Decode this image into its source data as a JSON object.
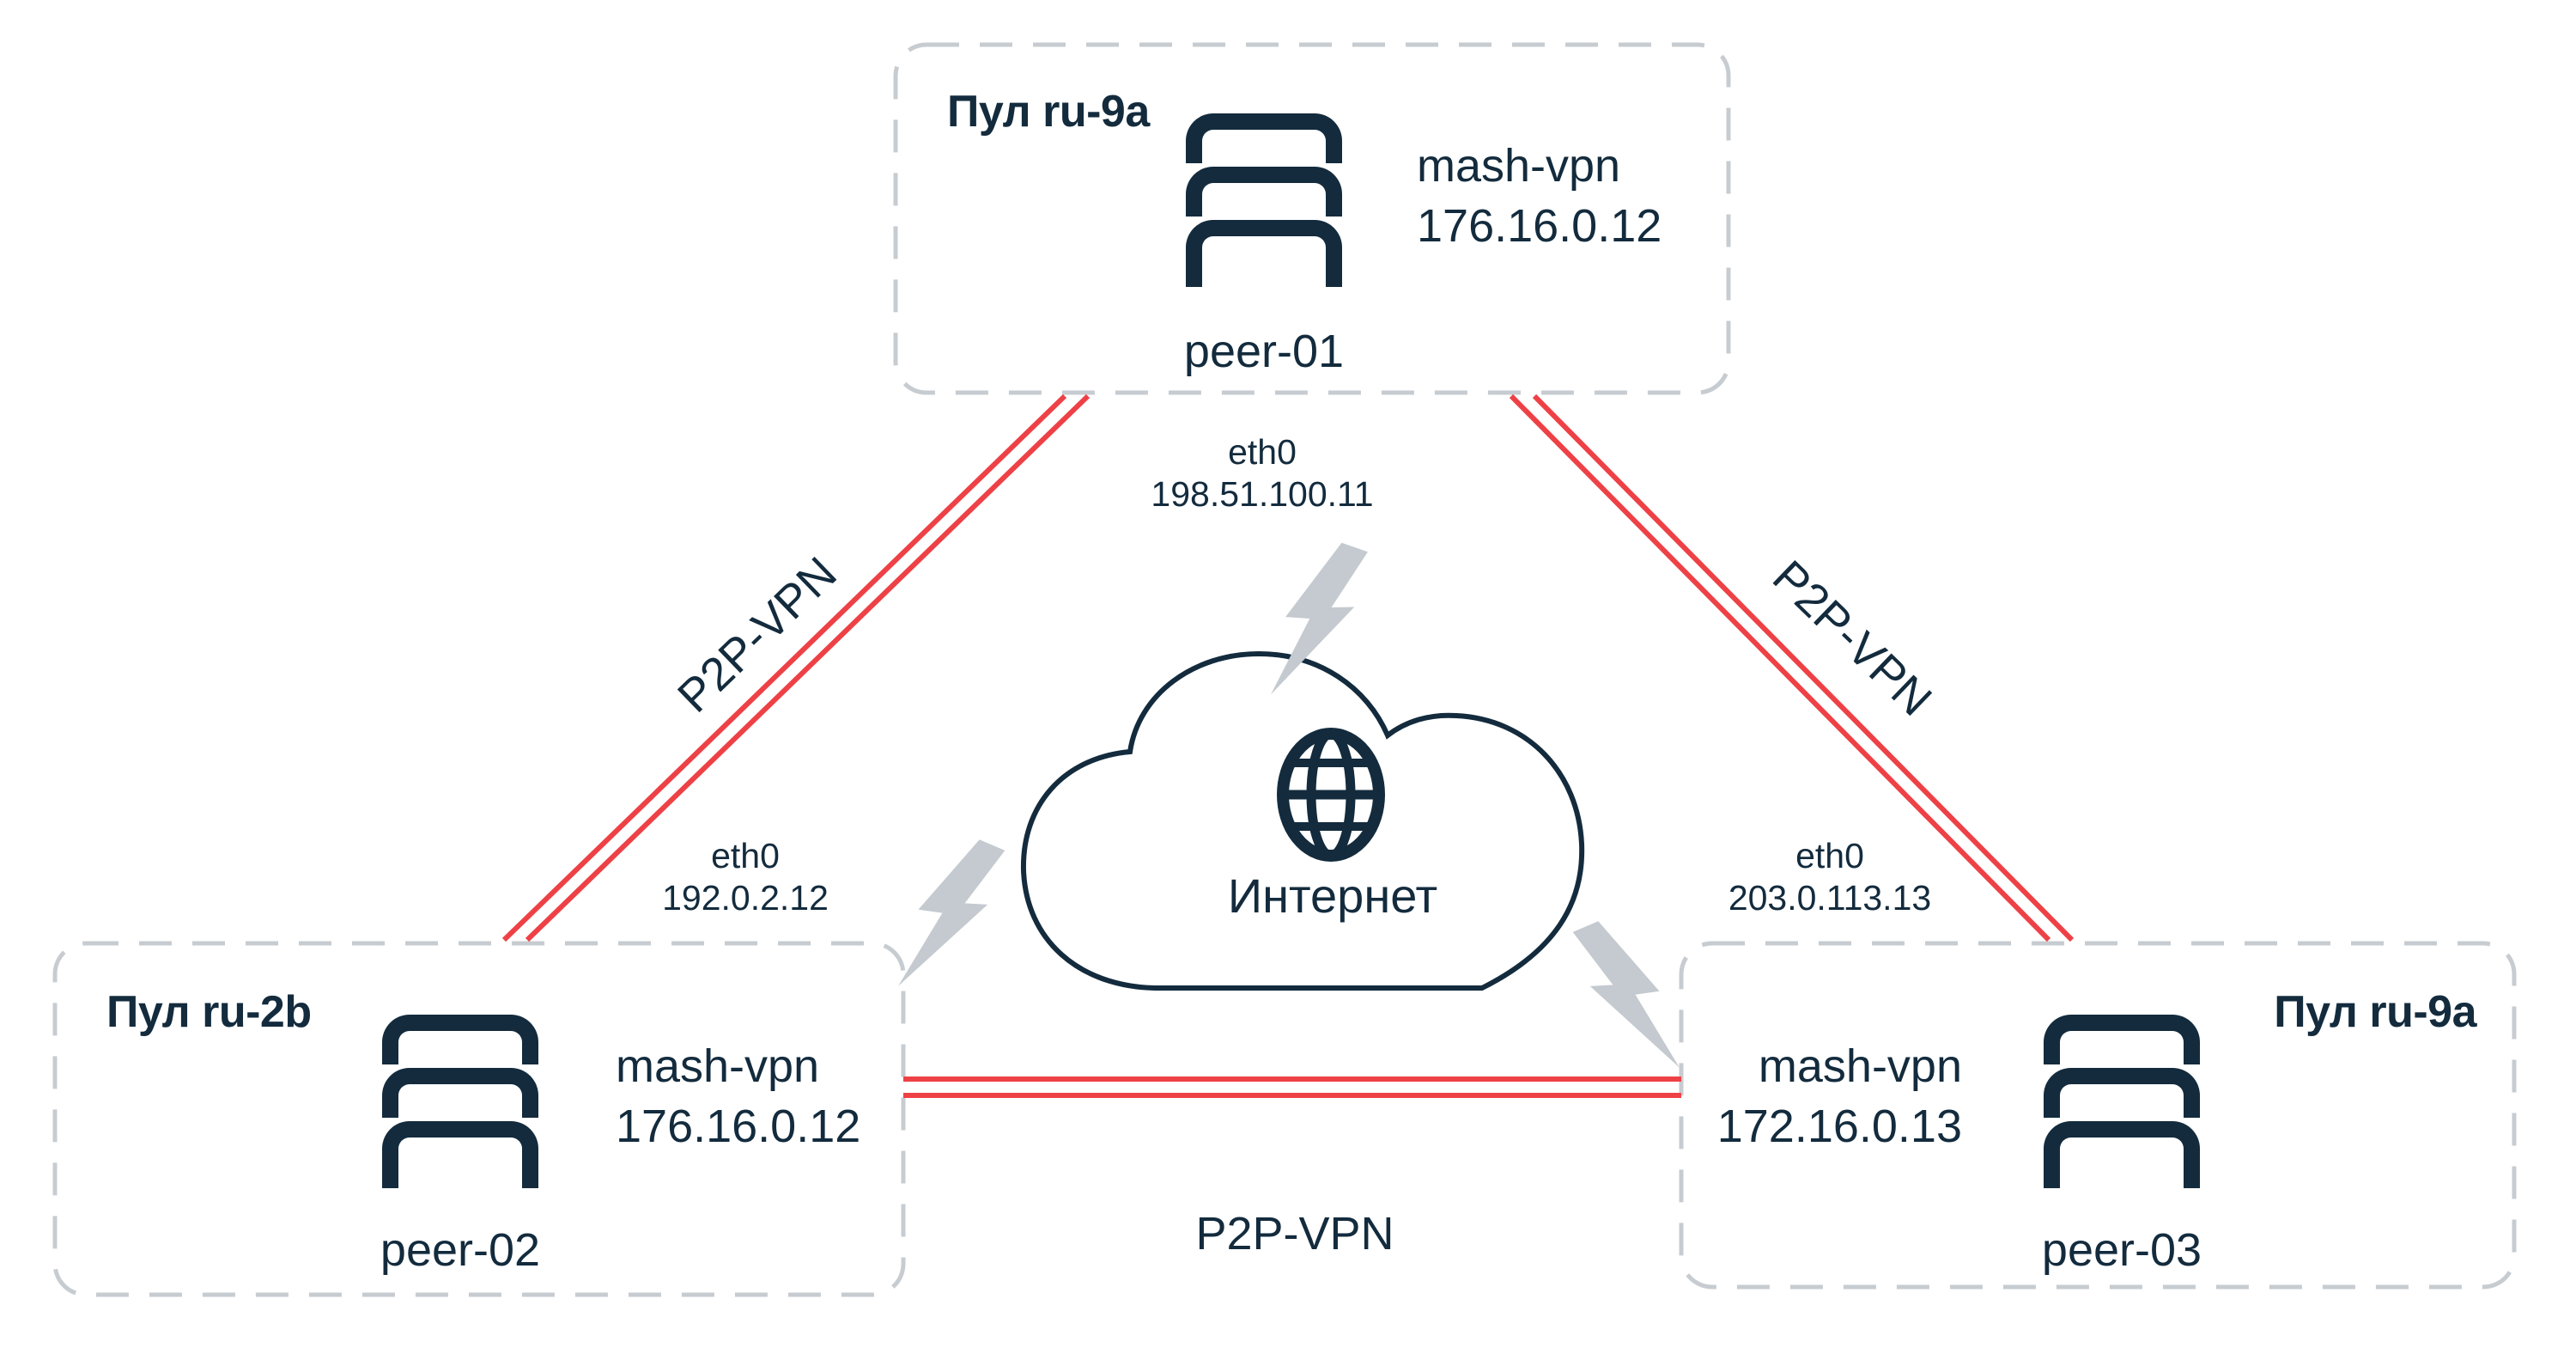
{
  "pools": {
    "top": {
      "title": "Пул ru-9a",
      "vpn_name": "mash-vpn",
      "vpn_ip": "176.16.0.12",
      "node_name": "peer-01",
      "eth_if": "eth0",
      "eth_ip": "198.51.100.11"
    },
    "left": {
      "title": "Пул ru-2b",
      "vpn_name": "mash-vpn",
      "vpn_ip": "176.16.0.12",
      "node_name": "peer-02",
      "eth_if": "eth0",
      "eth_ip": "192.0.2.12"
    },
    "right": {
      "title": "Пул ru-9a",
      "vpn_name": "mash-vpn",
      "vpn_ip": "172.16.0.13",
      "node_name": "peer-03",
      "eth_if": "eth0",
      "eth_ip": "203.0.113.13"
    }
  },
  "internet": {
    "label": "Интернет"
  },
  "links": {
    "left": {
      "label": "P2P-VPN"
    },
    "right": {
      "label": "P2P-VPN"
    },
    "bottom": {
      "label": "P2P-VPN"
    }
  },
  "icons": {
    "server": "server-stack-icon",
    "internet": "globe-icon",
    "disruption": "lightning-icon"
  },
  "colors": {
    "navy": "#132B3D",
    "red": "#EE4146",
    "dash_gray": "#C7CCD1",
    "bolt_gray": "#C4CACF",
    "background": "#FFFFFF"
  }
}
